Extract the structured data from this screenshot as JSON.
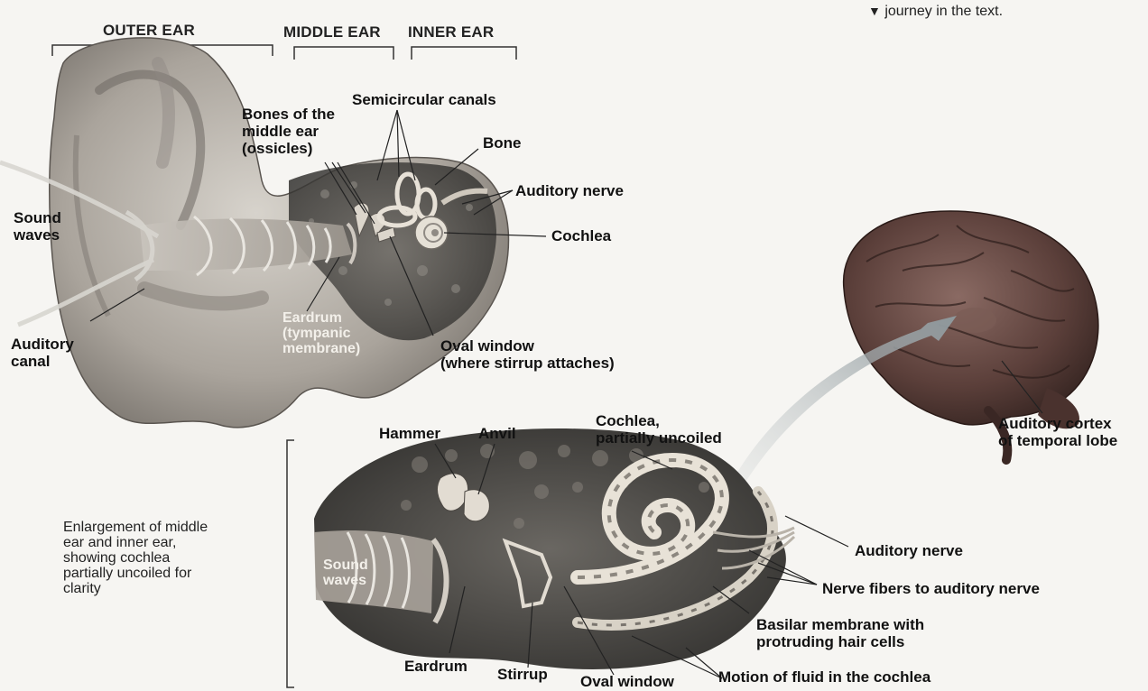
{
  "page_note": "journey in the text.",
  "sections": {
    "outer_ear": "OUTER EAR",
    "middle_ear": "MIDDLE EAR",
    "inner_ear": "INNER EAR"
  },
  "labels": {
    "semicircular_canals": "Semicircular canals",
    "ossicles": "Bones of the\nmiddle ear\n(ossicles)",
    "bone": "Bone",
    "auditory_nerve_top": "Auditory nerve",
    "cochlea_top": "Cochlea",
    "sound_waves_top": "Sound\nwaves",
    "auditory_canal": "Auditory\ncanal",
    "eardrum_top": "Eardrum\n(tympanic\nmembrane)",
    "oval_window_top": "Oval window\n(where stirrup attaches)",
    "auditory_cortex": "Auditory cortex\nof temporal lobe",
    "hammer": "Hammer",
    "anvil": "Anvil",
    "cochlea_uncoiled": "Cochlea,\npartially uncoiled",
    "enlargement_caption": "Enlargement of middle\near and inner ear,\nshowing cochlea\npartially uncoiled for\nclarity",
    "sound_waves_bottom": "Sound\nwaves",
    "auditory_nerve_bottom": "Auditory nerve",
    "nerve_fibers": "Nerve fibers to auditory nerve",
    "basilar_membrane": "Basilar membrane with\nprotruding hair cells",
    "eardrum_bottom": "Eardrum",
    "stirrup": "Stirrup",
    "oval_window_bottom": "Oval window",
    "fluid_motion": "Motion of fluid in the cochlea"
  },
  "colors": {
    "skin": "#b9b4ad",
    "skin_dark": "#6f6a64",
    "bone": "#4a4844",
    "brain": "#5b3f3a",
    "arrow": "#9aa4a8"
  }
}
